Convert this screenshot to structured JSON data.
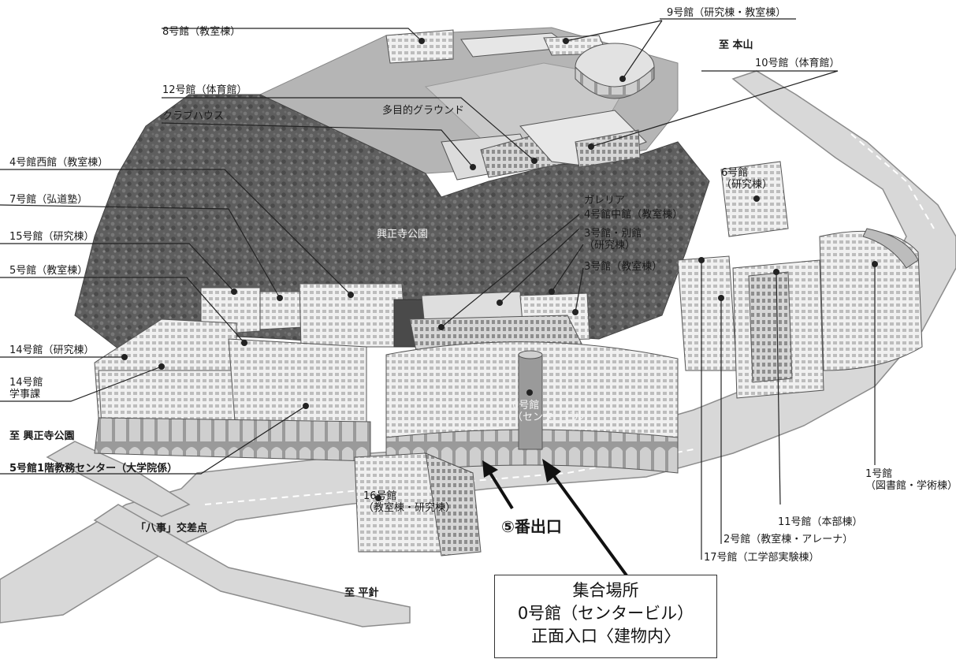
{
  "map": {
    "colors": {
      "background": "#ffffff",
      "forest": "#5e5e5e",
      "forest_dark": "#444444",
      "building_light": "#efefef",
      "building_mid": "#cfcfcf",
      "building_dark": "#9a9a9a",
      "road": "#d8d8d8",
      "road_edge": "#8c8c8c",
      "leader_line": "#222222"
    },
    "labels": {
      "b8": "8号館（教室棟）",
      "b9": "9号館（研究棟・教室棟）",
      "to_motoyama": "至 本山",
      "b10": "10号館（体育館）",
      "b12": "12号館（体育館）",
      "clubhouse": "クラブハウス",
      "ground": "多目的グラウンド",
      "b4_west": "4号館西館（教室棟）",
      "b6": "6号館\n（研究棟）",
      "b7": "7号館（弘道塾）",
      "galleria": "ガレリア",
      "b4_center": "4号館中館（教室棟）",
      "park": "興正寺公園",
      "b3_annex": "3号館・別館\n（研究棟）",
      "b15": "15号館（研究棟）",
      "b3": "3号館（教室棟）",
      "b5": "5号館（教室棟）",
      "b14": "14号館（研究棟）",
      "b14_office": "14号館\n学事課",
      "b0": "0号館\n（センタービル）",
      "to_park": "至 興正寺公園",
      "b5_center": "5号館1階教務センター（大学院係）",
      "b1": "1号館\n（図書館・学術棟）",
      "b16": "16号館\n（教室棟・研究棟）",
      "hachiji": "「八事」交差点",
      "b11": "11号館（本部棟）",
      "b2": "2号館（教室棟・アレーナ）",
      "b17": "17号館（工学部実験棟）",
      "to_hiraabari": "至 平針"
    },
    "exit_label": "⑤番出口",
    "assembly_box": {
      "line1": "集合場所",
      "line2": "0号館（センタービル）",
      "line3": "正面入口〈建物内〉"
    }
  }
}
